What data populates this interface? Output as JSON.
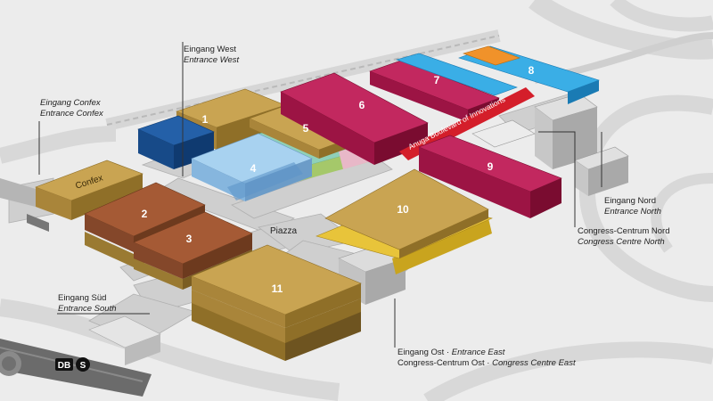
{
  "halls": [
    {
      "id": "hall-1",
      "label": "1"
    },
    {
      "id": "hall-2",
      "label": "2"
    },
    {
      "id": "hall-3",
      "label": "3"
    },
    {
      "id": "hall-4",
      "label": "4"
    },
    {
      "id": "hall-5",
      "label": "5"
    },
    {
      "id": "hall-6",
      "label": "6"
    },
    {
      "id": "hall-7",
      "label": "7"
    },
    {
      "id": "hall-8",
      "label": "8"
    },
    {
      "id": "hall-9",
      "label": "9"
    },
    {
      "id": "hall-10",
      "label": "10"
    },
    {
      "id": "hall-11",
      "label": "11"
    },
    {
      "id": "confex",
      "label": "Confex"
    }
  ],
  "places": {
    "piazza": "Piazza",
    "boulevard": "Anuga Boulevard of Innovations"
  },
  "entrances": {
    "west": {
      "de": "Eingang West",
      "en": "Entrance West"
    },
    "confex": {
      "de": "Eingang Confex",
      "en": "Entrance Confex"
    },
    "south": {
      "de": "Eingang Süd",
      "en": "Entrance South"
    },
    "north": {
      "de": "Eingang Nord",
      "en": "Entrance North"
    },
    "congress_north": {
      "de": "Congress-Centrum Nord",
      "en": "Congress Centre North"
    },
    "east": {
      "de": "Eingang Ost",
      "sep": " · ",
      "en": "Entrance East"
    },
    "congress_east": {
      "de": "Congress-Centrum Ost",
      "sep": " · ",
      "en": "Congress Centre East"
    }
  },
  "transit": {
    "db": "DB",
    "sbahn": "S"
  },
  "colors": {
    "ochre": "#b8913e",
    "brown": "#8b4a2b",
    "blue_dark": "#1a4c8c",
    "blue_light": "#8fc0e6",
    "crimson": "#a8154a",
    "cyan": "#22a0dc",
    "orange": "#f0922a",
    "yellow": "#e5c22a",
    "teal": "#7fc6b0",
    "grey": "#c9c9c9"
  }
}
